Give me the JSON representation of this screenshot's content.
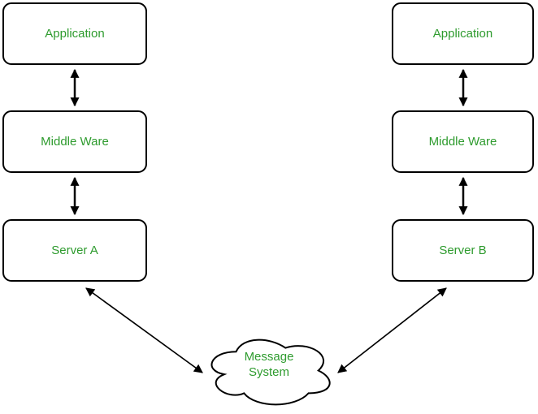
{
  "diagram": {
    "left_stack": [
      "Application",
      "Middle Ware",
      "Server A"
    ],
    "right_stack": [
      "Application",
      "Middle Ware",
      "Server B"
    ],
    "cloud": {
      "line1": "Message",
      "line2": "System"
    },
    "colors": {
      "label_text": "#2e9b2e",
      "node_border": "#000000",
      "node_fill": "#ffffff",
      "connector": "#000000",
      "background": "#ffffff"
    }
  }
}
